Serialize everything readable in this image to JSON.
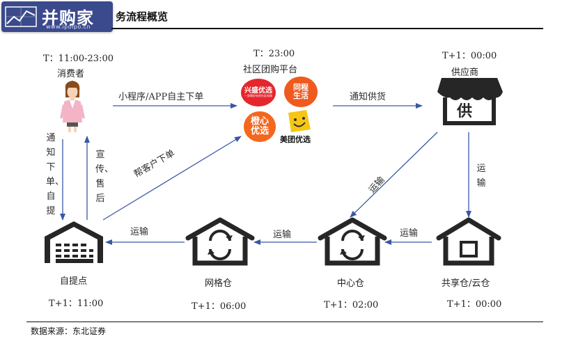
{
  "header": {
    "logo_text": "并购家",
    "logo_sub": "www.ipoipo.cn",
    "title": "务流程概览"
  },
  "source": "数据来源：东北证券",
  "nodes": {
    "consumer": {
      "label": "消费者",
      "time": "T：11:00-23:00"
    },
    "platform": {
      "label": "社区团购平台",
      "time": "T：23:00"
    },
    "supplier": {
      "label": "供应商",
      "time": "T+1：00:00",
      "sign": "供"
    },
    "pickup": {
      "label": "自提点",
      "time": "T+1：11:00"
    },
    "grid_warehouse": {
      "label": "网格仓",
      "time": "T+1：06:00"
    },
    "center_warehouse": {
      "label": "中心仓",
      "time": "T+1：02:00"
    },
    "shared_warehouse": {
      "label": "共享仓/云仓",
      "time": "T+1：00:00"
    }
  },
  "brands": {
    "xingsheng": {
      "line1": "兴盛优选",
      "line2": "一家做好吃的社区电商",
      "color": "#e5262d"
    },
    "tongcheng": {
      "line1": "同程",
      "line2": "生活",
      "color": "#ef5a1f"
    },
    "chengxin": {
      "line1": "橙心",
      "line2": "优选",
      "color": "#f4671f"
    },
    "meituan": {
      "label": "美团优选",
      "color": "#f6c613"
    }
  },
  "edges": {
    "order": "小程序/APP自主下单",
    "notify_supply": "通知供货",
    "notify_pickup": "通知下单、自提",
    "promote": "宣传、售后",
    "help_order": "帮客户下单",
    "transport_diag": "运输",
    "transport_down": "运输",
    "transport_1": "运输",
    "transport_2": "运输",
    "transport_3": "运输"
  },
  "colors": {
    "arrow": "#3a57a6",
    "icon": "#262626",
    "logo_bg": "#3b4a8c"
  }
}
